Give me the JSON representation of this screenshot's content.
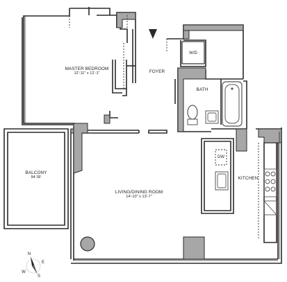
{
  "rooms": {
    "master_bedroom": {
      "name": "MASTER BEDROOM",
      "dims": "12'-11\" x 12'-1\""
    },
    "foyer": {
      "name": "FOYER"
    },
    "bath": {
      "name": "BATH"
    },
    "wd": {
      "name": "W/D"
    },
    "balcony": {
      "name": "BALCONY",
      "area": "94 SF"
    },
    "living": {
      "name": "LIVING/DINING ROOM",
      "dims": "14'-10\" x 13'-7\""
    },
    "kitchen": {
      "name": "KITCHEN"
    },
    "dw": {
      "name": "DW"
    }
  },
  "compass": {
    "n": "N",
    "e": "E",
    "s": "S",
    "w": "W"
  },
  "colors": {
    "wall": "#2a2a2a",
    "poche": "#a7a7a7",
    "fixture": "#555555"
  }
}
